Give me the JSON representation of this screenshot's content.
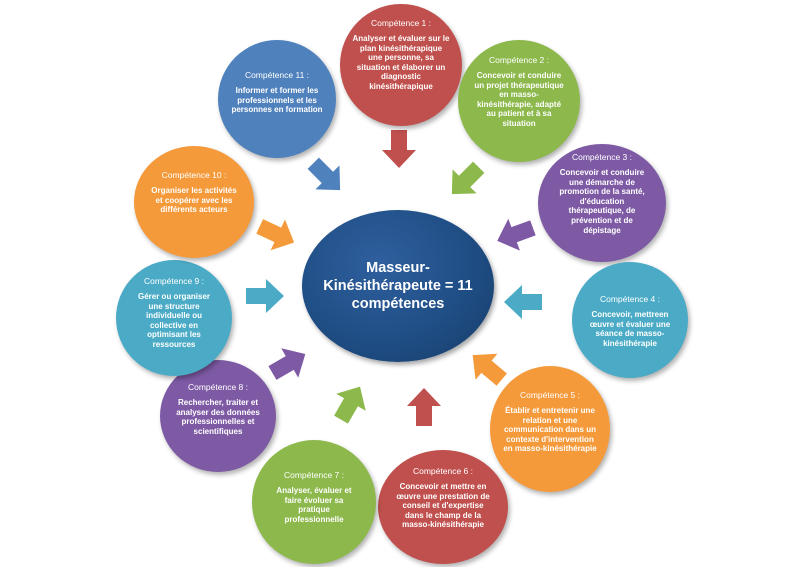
{
  "center": {
    "title": "Masseur-Kinésithérapeute = 11 compétences"
  },
  "colors": {
    "red": "#c0504d",
    "green": "#8cb84c",
    "purple": "#7e5aa5",
    "teal": "#4babc6",
    "orange": "#f59a3b",
    "blue": "#4f81bd",
    "center": "#1f4e85"
  },
  "competences": [
    {
      "title": "Compétence 1 :",
      "description": "Analyser et évaluer sur le plan kinésithérapique une personne, sa situation et élaborer un diagnostic kinésithérapique"
    },
    {
      "title": "Compétence 2 :",
      "description": "Concevoir et conduire un projet thérapeutique en masso-kinésithérapie, adapté au patient et à sa situation"
    },
    {
      "title": "Compétence 3 :",
      "description": "Concevoir et conduire une démarche de promotion de la santé, d'éducation thérapeutique, de prévention et de dépistage"
    },
    {
      "title": "Compétence 4 :",
      "description": "Concevoir, mettreen œuvre et évaluer une séance de masso-kinésithérapie"
    },
    {
      "title": "Compétence 5 :",
      "description": "Établir et entretenir une relation et une communication dans un contexte d'intervention en masso-kinésithérapie"
    },
    {
      "title": "Compétence 6 :",
      "description": "Concevoir et mettre en œuvre une prestation de conseil et d'expertise dans le champ de la masso-kinésithérapie"
    },
    {
      "title": "Compétence 7 :",
      "description": "Analyser, évaluer et faire évoluer sa pratique professionnelle"
    },
    {
      "title": "Compétence 8 :",
      "description": "Rechercher, traiter et analyser des données professionnelles et scientifiques"
    },
    {
      "title": "Compétence 9 :",
      "description": "Gérer ou organiser une structure individuelle ou collective en optimisant les ressources"
    },
    {
      "title": "Compétence 10 :",
      "description": "Organiser les activités et coopérer avec les différents acteurs"
    },
    {
      "title": "Compétence 11 :",
      "description": "Informer et former les professionnels et les personnes en formation"
    }
  ]
}
